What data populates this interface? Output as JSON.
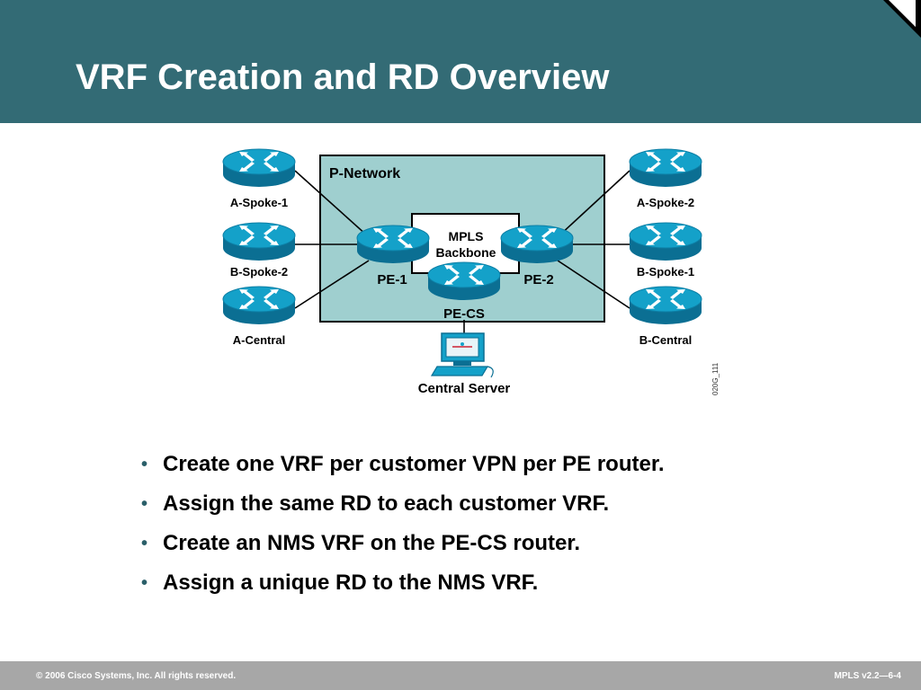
{
  "slide": {
    "title": "VRF Creation and RD Overview"
  },
  "diagram": {
    "network_label": "P-Network",
    "backbone_line1": "MPLS",
    "backbone_line2": "Backbone",
    "routers": {
      "a_spoke_1": "A-Spoke-1",
      "b_spoke_2": "B-Spoke-2",
      "a_central": "A-Central",
      "a_spoke_2": "A-Spoke-2",
      "b_spoke_1": "B-Spoke-1",
      "b_central": "B-Central",
      "pe1": "PE-1",
      "pe2": "PE-2",
      "pecs": "PE-CS"
    },
    "server_label": "Central Server",
    "figure_code": "020G_111",
    "colors": {
      "router_fill": "#14a1c9",
      "router_dark": "#0b6f93",
      "network_fill": "#9fcfcf"
    }
  },
  "bullets": [
    "Create one VRF per customer VPN per PE router.",
    "Assign the same RD to each customer VRF.",
    "Create an NMS VRF on the PE-CS router.",
    "Assign a unique RD to the NMS VRF."
  ],
  "footer": {
    "copyright": "© 2006 Cisco Systems, Inc. All rights reserved.",
    "course": "MPLS v2.2—6-4"
  },
  "colors": {
    "header": "#336b75",
    "footer": "#a7a7a7"
  }
}
